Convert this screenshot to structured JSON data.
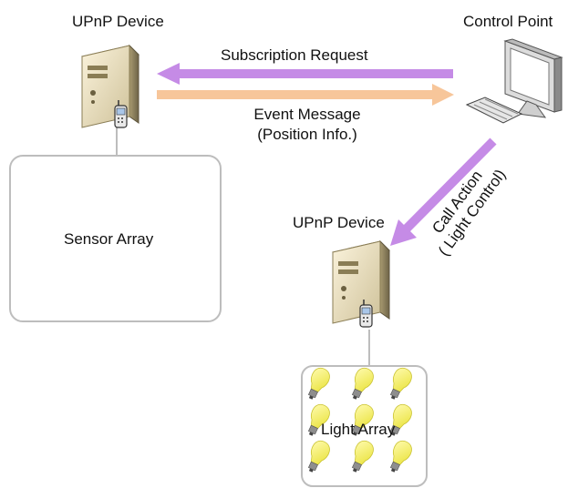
{
  "diagram": {
    "device_top": {
      "label": "UPnP Device",
      "icon": "server-tower-icon"
    },
    "control_point": {
      "label": "Control Point",
      "icon": "desktop-computer-icon"
    },
    "device_bottom": {
      "label": "UPnP Device",
      "icon": "server-tower-icon"
    },
    "sensor_array": {
      "label": "Sensor Array"
    },
    "light_array": {
      "label": "Light Array",
      "bulb_count": 9
    },
    "arrows": {
      "subscription": {
        "label": "Subscription Request",
        "color": "#c58be6"
      },
      "event": {
        "line1": "Event Message",
        "line2": "(Position Info.)",
        "color": "#f7c69a"
      },
      "call_action": {
        "line1": "Call Action",
        "line2": "( Light Control)",
        "color": "#c58be6"
      }
    },
    "colors": {
      "purple": "#c58be6",
      "orange": "#f7c69a",
      "box_border": "#bdbdbd",
      "bulb": "#f5f15a"
    }
  }
}
